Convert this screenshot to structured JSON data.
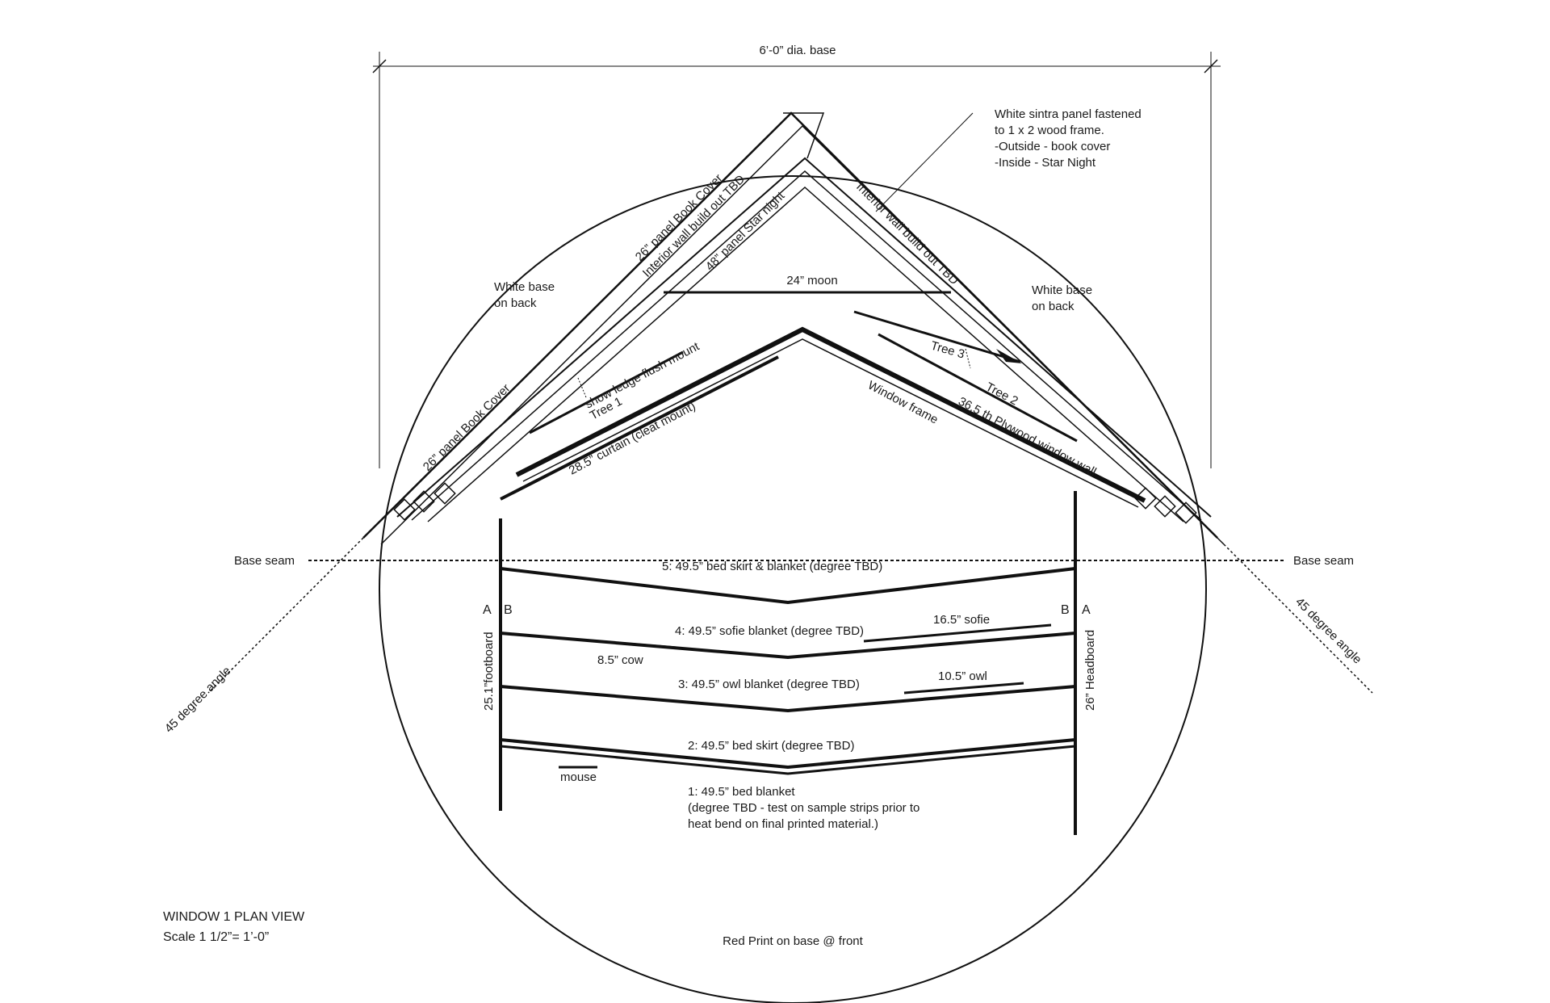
{
  "dimension": "6’-0” dia. base",
  "note": [
    "White sintra panel fastened",
    "to 1 x 2  wood frame.",
    "-Outside - book cover",
    "-Inside - Star Night"
  ],
  "white_base_left": [
    "White base",
    "on back"
  ],
  "white_base_right": [
    "White base",
    "on back"
  ],
  "panel_book_cover_upper": "26” panel Book Cover",
  "panel_book_cover_lower": "26” panel Book Cover",
  "interior_wall_left": "Interior wall build out TBD",
  "interior_wall_right": "Interior wall build out TBD",
  "panel_star_night": "48” panel Star night",
  "moon": "24” moon",
  "tree_1": "Tree 1",
  "tree_2": "Tree 2",
  "tree_3": "Tree 3",
  "show_ledge": "show ledge flush mount",
  "curtain": "28.5” curtain (cleat mount)",
  "window_frame": "Window frame",
  "plywood_wall": "36.5 th Plywood window wall",
  "base_seam_left": "Base seam",
  "base_seam_right": "Base seam",
  "angle_left": "45 degree angle",
  "angle_right": "45 degree angle",
  "letter_a_left": "A",
  "letter_b_left": "B",
  "letter_b_right": "B",
  "letter_a_right": "A",
  "footboard": "25.1”footboard",
  "headboard": "26” Headboard",
  "layer_5": "5: 49.5” bed skirt & blanket (degree TBD)",
  "layer_4": "4: 49.5” sofie blanket (degree TBD)",
  "layer_3": "3: 49.5” owl blanket (degree TBD)",
  "layer_2": "2: 49.5” bed skirt (degree TBD)",
  "layer_1": [
    "1: 49.5” bed blanket",
    "(degree TBD - test on sample strips prior to",
    "heat bend on final printed material.)"
  ],
  "sofie": "16.5” sofie",
  "cow": "8.5” cow",
  "owl": "10.5” owl",
  "mouse": "mouse",
  "title": "WINDOW 1 PLAN VIEW",
  "scale": "Scale 1 1/2”= 1’-0”",
  "red_print": "Red Print on base @ front"
}
